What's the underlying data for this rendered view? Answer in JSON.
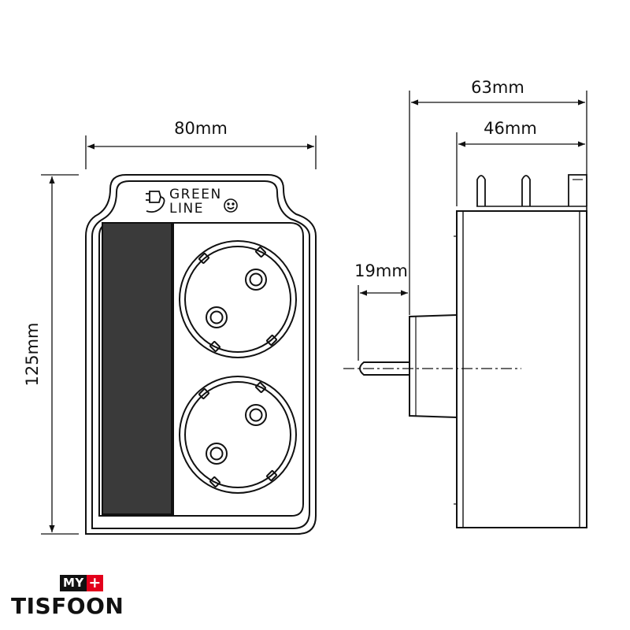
{
  "dimensions": {
    "front_width": "80mm",
    "front_height": "125mm",
    "side_depth": "63mm",
    "body_depth": "46mm",
    "plug_length": "19mm"
  },
  "brand_mark": {
    "line1": "GREEN",
    "line2": "LINE"
  },
  "logo": {
    "prefix": "MY",
    "cross": "+",
    "name": "TISFOON"
  },
  "colors": {
    "outline": "#111111",
    "dark_panel": "#3a3a3a",
    "logo_red": "#e3001b"
  }
}
